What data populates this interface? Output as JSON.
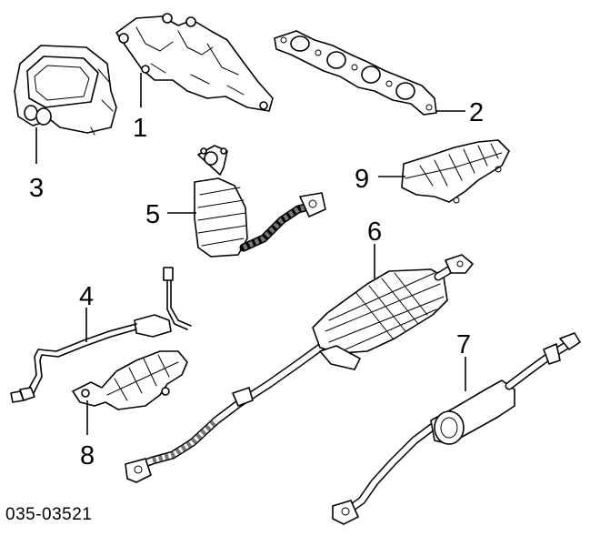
{
  "callouts": {
    "c1": "1",
    "c2": "2",
    "c3": "3",
    "c4": "4",
    "c5": "5",
    "c6": "6",
    "c7": "7",
    "c8": "8",
    "c9": "9"
  },
  "diagram_code": "035-03521"
}
